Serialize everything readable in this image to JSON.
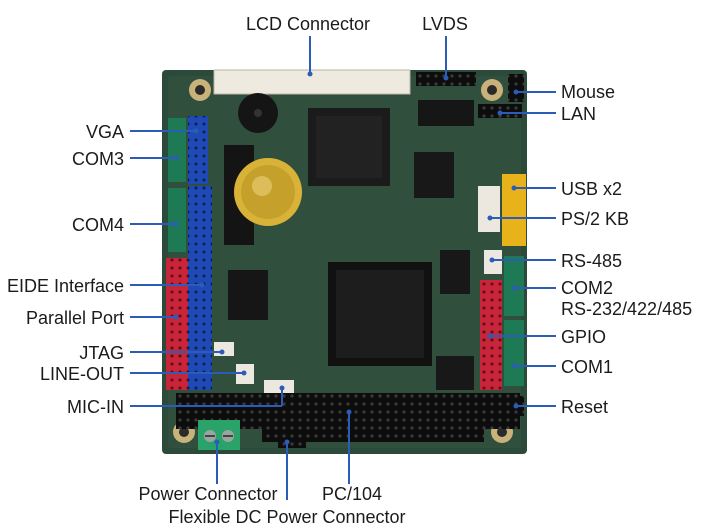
{
  "labels": {
    "lcd_connector": "LCD Connector",
    "lvds": "LVDS",
    "mouse": "Mouse",
    "lan": "LAN",
    "vga": "VGA",
    "com3": "COM3",
    "com4": "COM4",
    "usb_x2": "USB x2",
    "ps2_kb": "PS/2 KB",
    "rs485": "RS-485",
    "com2": "COM2",
    "com2_standard": "RS-232/422/485",
    "eide_interface": "EIDE Interface",
    "parallel_port": "Parallel Port",
    "gpio": "GPIO",
    "jtag": "JTAG",
    "line_out": "LINE-OUT",
    "com1": "COM1",
    "mic_in": "MIC-IN",
    "reset": "Reset",
    "power_connector": "Power Connector",
    "pc104": "PC/104",
    "flexible_dc_power_connector": "Flexible DC Power Connector"
  },
  "colors": {
    "board": "#2c4a3a",
    "leader_line": "#2a5cb8",
    "header_blue": "#1f49b5",
    "header_red": "#c8243a",
    "header_green": "#1e7a55",
    "header_yellow": "#e7b21a"
  }
}
